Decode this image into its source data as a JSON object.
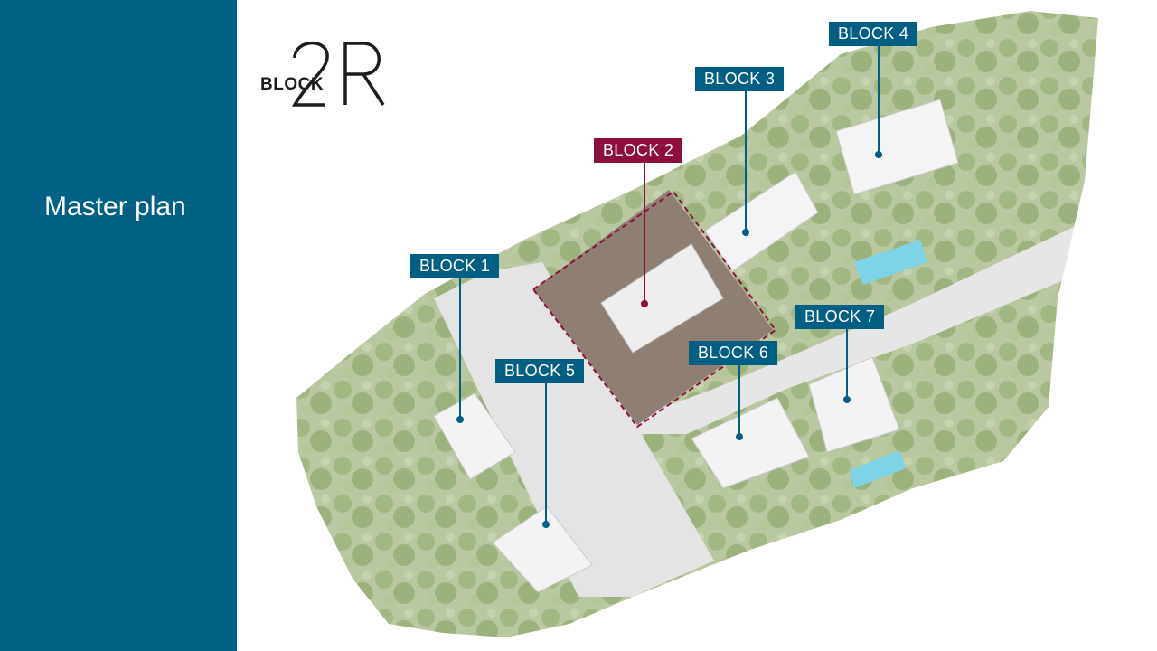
{
  "sidebar": {
    "title": "Master plan"
  },
  "logo": {
    "word": "BLOCK",
    "mark_text": "2R"
  },
  "colors": {
    "sidebar_bg": "#006185",
    "label_default": "#005f82",
    "label_active": "#8e0f3e",
    "selection_outline": "#8e0f3e",
    "greenery": "#aebf93",
    "pool": "#7fd3e6"
  },
  "blocks": [
    {
      "id": "block-1",
      "label": "BLOCK 1",
      "active": false
    },
    {
      "id": "block-2",
      "label": "BLOCK 2",
      "active": true
    },
    {
      "id": "block-3",
      "label": "BLOCK 3",
      "active": false
    },
    {
      "id": "block-4",
      "label": "BLOCK 4",
      "active": false
    },
    {
      "id": "block-5",
      "label": "BLOCK 5",
      "active": false
    },
    {
      "id": "block-6",
      "label": "BLOCK 6",
      "active": false
    },
    {
      "id": "block-7",
      "label": "BLOCK 7",
      "active": false
    }
  ]
}
